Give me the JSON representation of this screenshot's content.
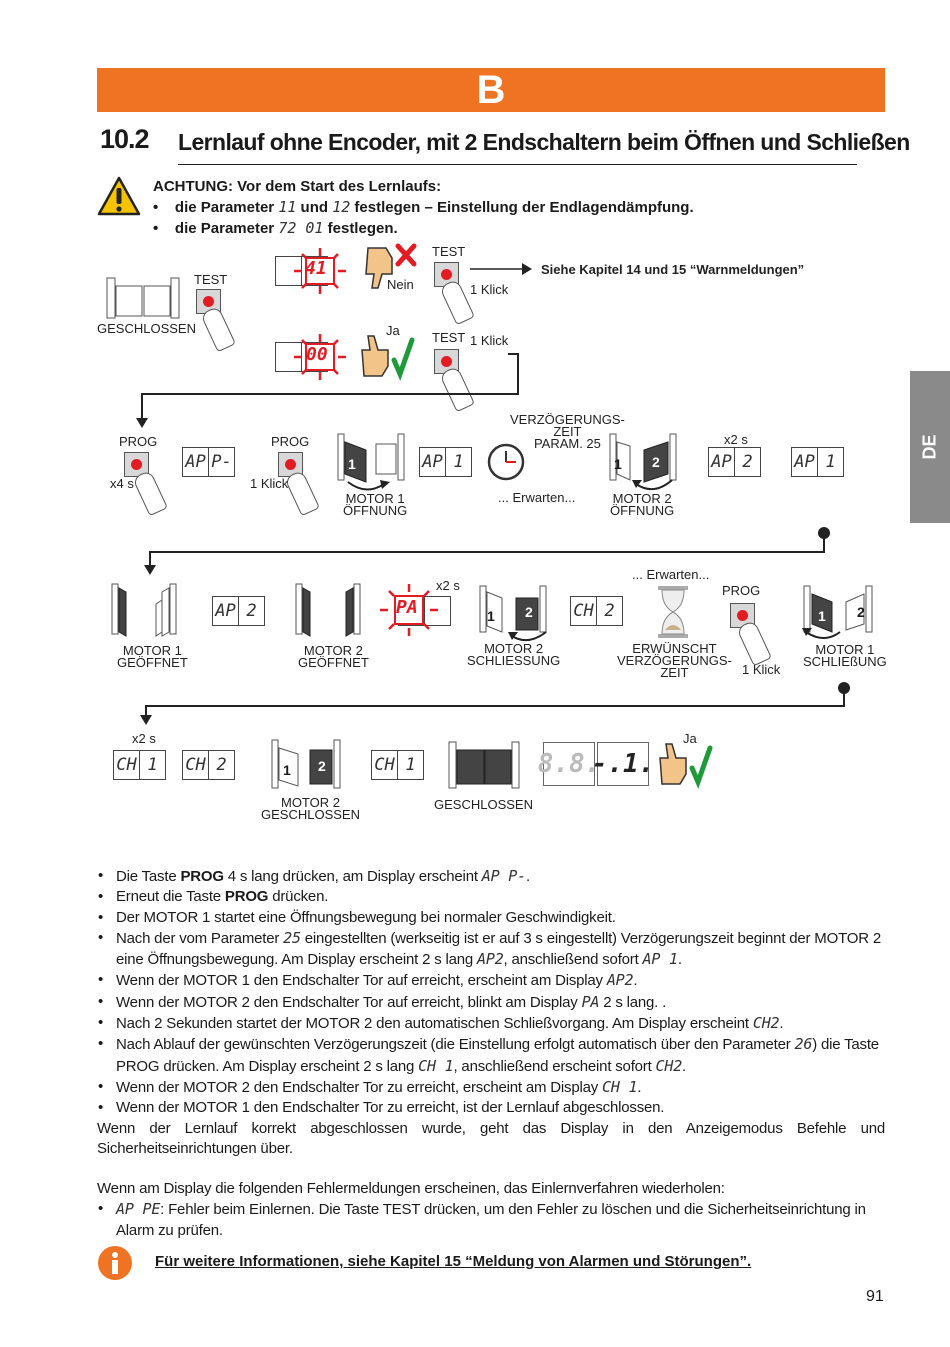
{
  "header": {
    "section_letter": "B",
    "number": "10.2",
    "title": "Lernlauf ohne Encoder, mit 2 Endschaltern beim Öffnen und Schließen"
  },
  "side_tab": "DE",
  "warning": {
    "title": "ACHTUNG:  Vor dem Start des Lernlaufs:",
    "items": [
      {
        "pre": "die Parameter ",
        "c1": "11",
        "mid": " und ",
        "c2": "12",
        "post": " festlegen – Einstellung der Endlagendämpfung."
      },
      {
        "pre": "die Parameter ",
        "c1": "72 01",
        "post": " festlegen."
      }
    ]
  },
  "diagram": {
    "test": "TEST",
    "prog": "PROG",
    "closed": "GESCHLOSSEN",
    "no": "Nein",
    "yes": "Ja",
    "one_click": "1 Klick",
    "x4s": "x4 s",
    "x2s": "x2 s",
    "see_chapter": "Siehe Kapitel 14 und 15 “Warnmeldungen”",
    "alarm_code": "41",
    "ok_code": "00",
    "delay_label": "VERZÖGERUNGS-\nZEIT\nPARAM. 25",
    "wait": "... Erwarten...",
    "motor1_open": "MOTOR 1\nÖFFNUNG",
    "motor2_open": "MOTOR 2\nÖFFNUNG",
    "motor1_opened": "MOTOR 1\nGEÖFFNET",
    "motor2_opened": "MOTOR 2\nGEÖFFNET",
    "motor2_closing": "MOTOR 2\nSCHLIESSUNG",
    "desired_delay": "ERWÜNSCHT\nVERZÖGERUNGS-\nZEIT",
    "motor1_closing": "MOTOR 1\nSCHLIEßUNG",
    "motor2_closed": "MOTOR 2\nGESCHLOSSEN",
    "pa_code": "PA",
    "final_display": "8.8.",
    "final_code": "-.1.",
    "num1": "1",
    "num2": "2",
    "ap": "AP",
    "p_dash": "P-",
    "one": "1",
    "two": "2",
    "ch": "CH"
  },
  "steps": [
    {
      "a": "Die Taste ",
      "b": "PROG",
      "c": " 4 s lang drücken, am Display erscheint ",
      "code": "AP P-",
      "d": "."
    },
    {
      "a": "Erneut die Taste ",
      "b": "PROG",
      "c": " drücken."
    },
    {
      "a": "Der MOTOR 1 startet eine Öffnungsbewegung bei normaler Geschwindigkeit."
    },
    {
      "a": "Nach der vom Parameter ",
      "code": "25",
      "c": " eingestellten (werkseitig ist er auf 3 s eingestellt) Verzögerungszeit beginnt der MOTOR 2 eine Öffnungsbewegung. Am Display erscheint 2 s lang ",
      "code2": "AP2",
      "d": ", anschließend sofort ",
      "code3": "AP 1",
      "e": "."
    },
    {
      "a": "Wenn der MOTOR 1 den Endschalter Tor auf erreicht, erscheint am Display ",
      "code": "AP2",
      "d": "."
    },
    {
      "a": "Wenn der MOTOR 2 den Endschalter Tor auf erreicht, blinkt am Display ",
      "code": "PA",
      "d": " 2 s lang. ."
    },
    {
      "a": "Nach 2 Sekunden startet der MOTOR 2 den automatischen Schließvorgang. Am Display erscheint ",
      "code": "CH2",
      "d": "."
    },
    {
      "a": "Nach Ablauf der gewünschten Verzögerungszeit (die Einstellung erfolgt automatisch über den Parameter ",
      "code": "26",
      "c": ") die Taste PROG drücken. Am Display erscheint 2 s lang ",
      "code2": "CH 1",
      "d": ", anschließend erscheint sofort ",
      "code3": "CH2",
      "e": "."
    },
    {
      "a": "Wenn der MOTOR 2 den Endschalter Tor zu erreicht, erscheint am Display ",
      "code": "CH 1",
      "d": "."
    },
    {
      "a": "Wenn der MOTOR 1 den Endschalter Tor zu erreicht, ist der Lernlauf abgeschlossen."
    }
  ],
  "completion": "Wenn der Lernlauf korrekt abgeschlossen wurde, geht das Display in den Anzeigemodus Befehle und Sicherheitseinrichtungen über.",
  "errors_intro": "Wenn am Display die folgenden Fehlermeldungen erscheinen, das Einlernverfahren wiederholen:",
  "error_item": {
    "code": "AP PE",
    "text": ": Fehler beim Einlernen. Die Taste TEST drücken, um den Fehler zu löschen und die Sicherheitseinrichtung in Alarm zu prüfen."
  },
  "info": "Für weitere Informationen, siehe Kapitel 15 “Meldung von Alarmen und Störungen”.",
  "page_number": "91",
  "colors": {
    "accent": "#ef7322",
    "tab": "#8a8a8a",
    "red": "#e31b23",
    "green": "#1f9a3a"
  }
}
